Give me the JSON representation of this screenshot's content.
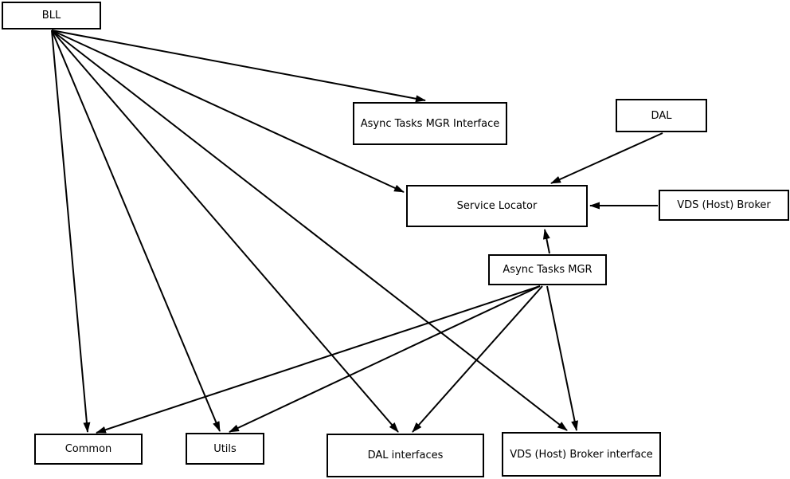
{
  "diagram": {
    "background_color": "#ffffff",
    "box_fill_color": "#ffffff",
    "box_border_color": "#000000",
    "line_color": "#000000",
    "text_color": "#000000",
    "nodes": [
      {
        "id": "bll",
        "label": "BLL"
      },
      {
        "id": "async-tasks-mgr-interface",
        "label": "Async Tasks MGR Interface"
      },
      {
        "id": "dal",
        "label": "DAL"
      },
      {
        "id": "service-locator",
        "label": "Service Locator"
      },
      {
        "id": "vds-host-broker",
        "label": "VDS (Host) Broker"
      },
      {
        "id": "async-tasks-mgr",
        "label": "Async Tasks MGR"
      },
      {
        "id": "common",
        "label": "Common"
      },
      {
        "id": "utils",
        "label": "Utils"
      },
      {
        "id": "dal-interfaces",
        "label": "DAL interfaces"
      },
      {
        "id": "vds-host-broker-interface",
        "label": "VDS (Host) Broker interface"
      }
    ],
    "edges": [
      {
        "from": "BLL",
        "to": "Async Tasks MGR Interface"
      },
      {
        "from": "BLL",
        "to": "Service Locator"
      },
      {
        "from": "BLL",
        "to": "Common"
      },
      {
        "from": "BLL",
        "to": "Utils"
      },
      {
        "from": "BLL",
        "to": "DAL interfaces"
      },
      {
        "from": "BLL",
        "to": "VDS (Host) Broker interface"
      },
      {
        "from": "DAL",
        "to": "Service Locator"
      },
      {
        "from": "VDS (Host) Broker",
        "to": "Service Locator"
      },
      {
        "from": "Async Tasks MGR",
        "to": "Service Locator"
      },
      {
        "from": "Async Tasks MGR",
        "to": "Common"
      },
      {
        "from": "Async Tasks MGR",
        "to": "Utils"
      },
      {
        "from": "Async Tasks MGR",
        "to": "DAL interfaces"
      },
      {
        "from": "Async Tasks MGR",
        "to": "VDS (Host) Broker interface"
      }
    ]
  }
}
